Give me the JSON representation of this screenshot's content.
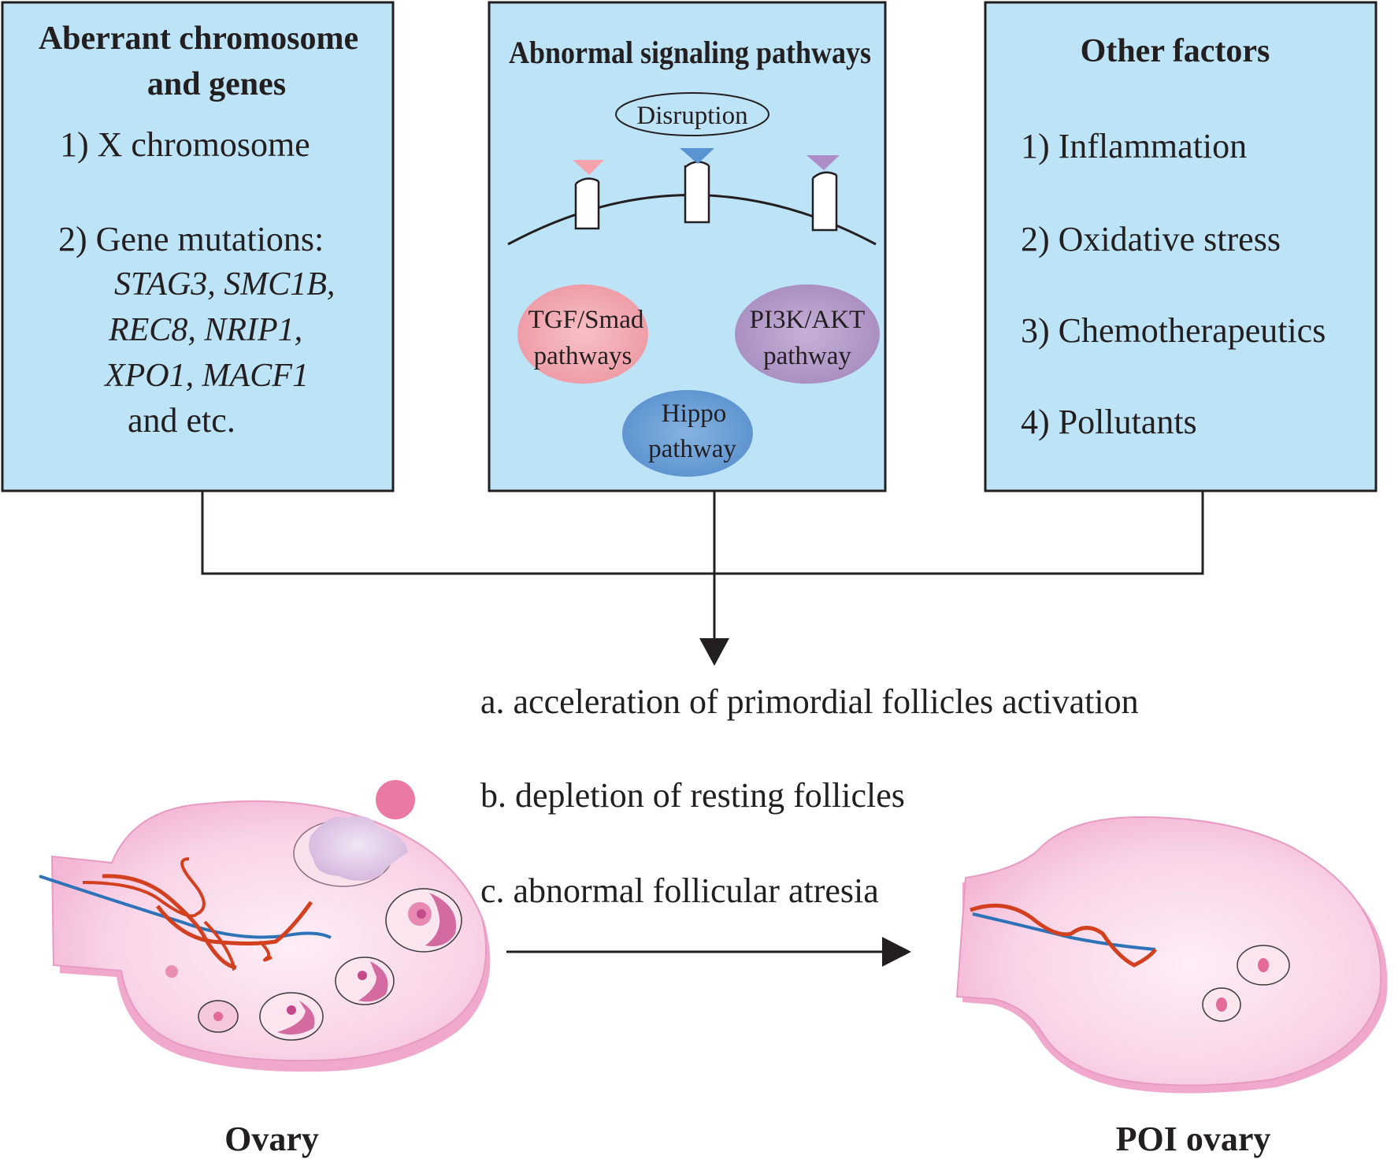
{
  "box_left": {
    "title_line1": "Aberrant chromosome",
    "title_line2": "and genes",
    "item1": "1) X chromosome",
    "item2": "2) Gene mutations:",
    "genes": [
      "STAG3, SMC1B,",
      "REC8, NRIP1,",
      "XPO1, MACF1"
    ],
    "tail": "and etc."
  },
  "box_middle": {
    "title": "Abnormal signaling pathways",
    "disruption": "Disruption",
    "tgf_line1": "TGF/Smad",
    "tgf_line2": "pathways",
    "pi3k_line1": "PI3K/AKT",
    "pi3k_line2": "pathway",
    "hippo_line1": "Hippo",
    "hippo_line2": "pathway"
  },
  "box_right": {
    "title": "Other factors",
    "items": [
      "1) Inflammation",
      "2) Oxidative stress",
      "3) Chemotherapeutics",
      "4) Pollutants"
    ]
  },
  "outcomes": [
    "a. acceleration of primordial follicles activation",
    "b. depletion of resting follicles",
    "c.  abnormal follicular atresia"
  ],
  "captions": {
    "ovary": "Ovary",
    "poi_ovary": "POI ovary"
  },
  "colors": {
    "box_fill": "#bde3f6",
    "tgf_fill": "#f2a5ad",
    "pi3k_fill": "#b59ccb",
    "hippo_fill": "#6a9fd6",
    "ovary_fill": "#f7c4dd",
    "vessel_red": "#d2401f",
    "vessel_blue": "#2e73b8"
  }
}
